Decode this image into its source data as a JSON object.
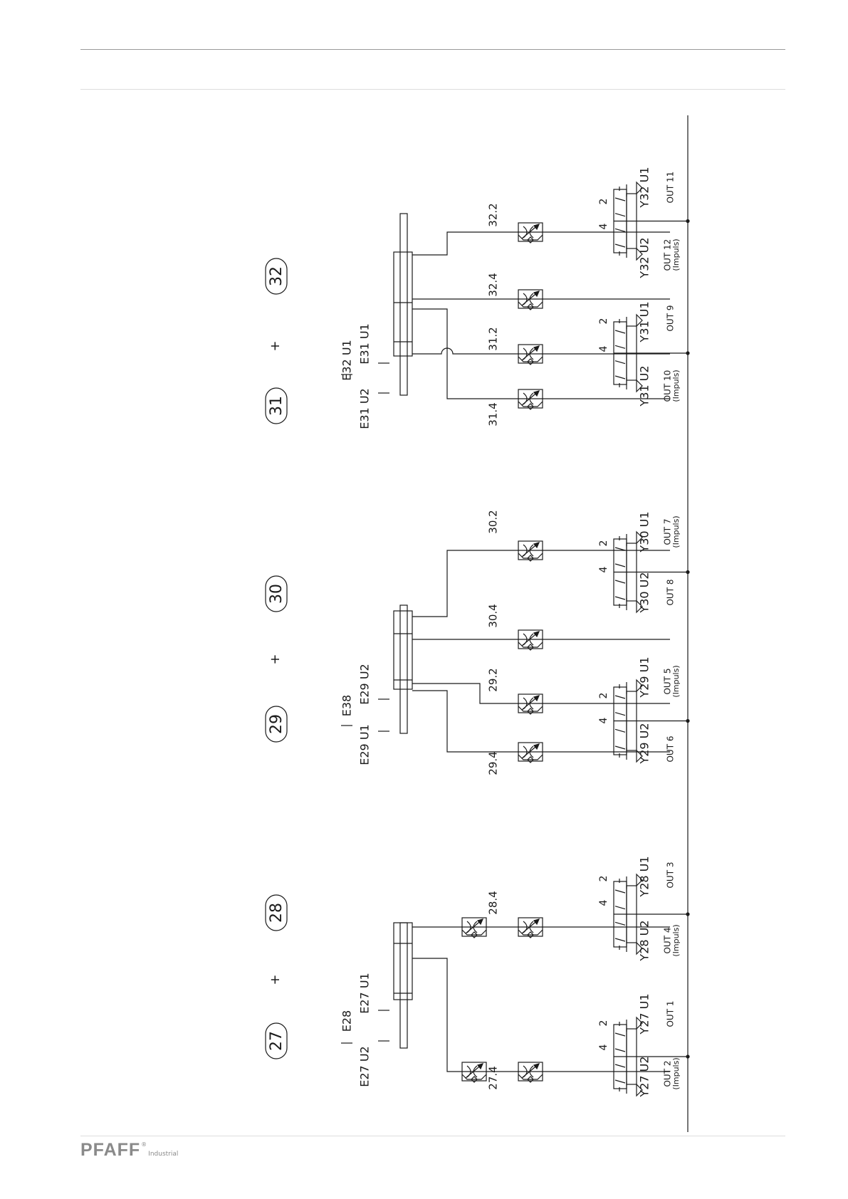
{
  "footer": {
    "brand": "PFAFF",
    "registered": "®",
    "sub": "Industrial"
  },
  "circles": [
    "27",
    "28",
    "29",
    "30",
    "31",
    "32"
  ],
  "plus": "+",
  "port_numbers": {
    "a": "4",
    "b": "2"
  },
  "groups": [
    {
      "sensor_top": "E28",
      "sensor_left": "E27 U2",
      "sensor_right": "E27 U1",
      "lines": [
        "27.4",
        "28.4"
      ],
      "valves": [
        {
          "label_left": "Y27 U2",
          "label_right": "Y27 U1",
          "out_left": "OUT 2",
          "out_left_sub": "(Impuls)",
          "out_right": "OUT 1"
        },
        {
          "label_left": "Y28 U2",
          "label_right": "Y28 U1",
          "out_left": "OUT 4",
          "out_left_sub": "(Impuls)",
          "out_right": "OUT 3"
        }
      ]
    },
    {
      "sensor_top": "E38",
      "sensor_left": "E29 U1",
      "sensor_right": "E29 U2",
      "lines": [
        "29.4",
        "29.2",
        "30.4",
        "30.2"
      ],
      "valves": [
        {
          "label_left": "Y29 U2",
          "label_right": "Y29 U1",
          "out_left": "OUT 6",
          "out_right": "OUT 5",
          "out_right_sub": "(Impuls)"
        },
        {
          "label_left": "Y30 U2",
          "label_right": "Y30 U1",
          "out_left": "OUT 8",
          "out_right": "OUT 7",
          "out_right_sub": "(Impuls)"
        }
      ]
    },
    {
      "sensor_top": "E32 U1",
      "sensor_left": "E31 U2",
      "sensor_right": "E31 U1",
      "lines": [
        "31.4",
        "31.2",
        "32.4",
        "32.2"
      ],
      "valves": [
        {
          "label_left": "Y31 U2",
          "label_right": "Y31 U1",
          "out_left": "OUT 10",
          "out_left_sub": "(Impuls)",
          "out_right": "OUT 9"
        },
        {
          "label_left": "Y32 U2",
          "label_right": "Y32 U1",
          "out_left": "OUT 12",
          "out_left_sub": "(Impuls)",
          "out_right": "OUT 11"
        }
      ]
    }
  ]
}
